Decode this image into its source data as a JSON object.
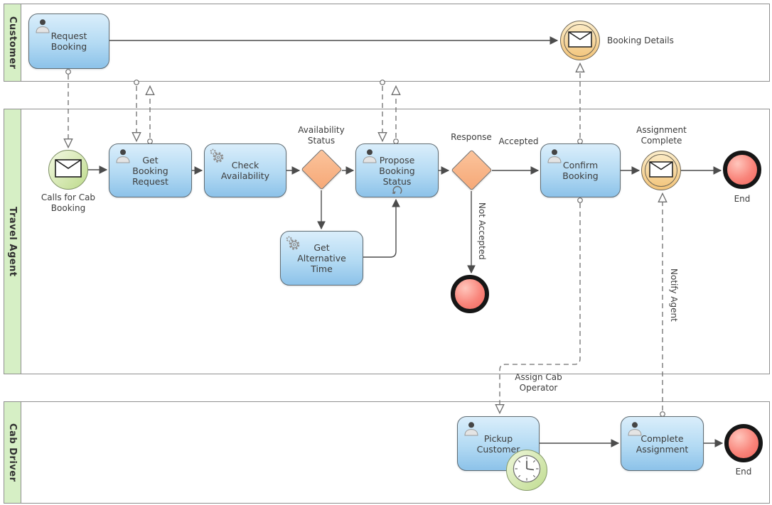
{
  "lanes": {
    "customer": {
      "label": "Customer"
    },
    "travel_agent": {
      "label": "Travel Agent"
    },
    "cab_driver": {
      "label": "Cab Driver"
    }
  },
  "nodes": {
    "request_booking": {
      "type": "user-task",
      "label": "Request Booking"
    },
    "booking_details": {
      "type": "message-intermediate-event",
      "label": "Booking Details"
    },
    "calls_for_cab_booking": {
      "type": "message-start-event",
      "label": "Calls for Cab Booking"
    },
    "get_booking_request": {
      "type": "user-task",
      "label": "Get Booking Request"
    },
    "check_availability": {
      "type": "service-task",
      "label": "Check Availability"
    },
    "availability_status": {
      "type": "gateway",
      "label": "Availability Status"
    },
    "propose_booking_status": {
      "type": "user-task-loop",
      "label": "Propose Booking Status"
    },
    "response": {
      "type": "gateway",
      "label": "Response"
    },
    "get_alternative_time": {
      "type": "service-task",
      "label": "Get Alternative Time"
    },
    "not_accepted_end": {
      "type": "end-event",
      "label": ""
    },
    "confirm_booking": {
      "type": "user-task",
      "label": "Confirm Booking"
    },
    "assignment_complete": {
      "type": "message-intermediate-event",
      "label": "Assignment Complete"
    },
    "end_travel_agent": {
      "type": "end-event",
      "label": "End"
    },
    "pickup_customer": {
      "type": "user-task",
      "label": "Pickup Customer"
    },
    "pickup_timer": {
      "type": "timer-boundary-event",
      "label": ""
    },
    "complete_assignment": {
      "type": "user-task",
      "label": "Complete Assignment"
    },
    "end_cab_driver": {
      "type": "end-event",
      "label": "End"
    }
  },
  "flow_labels": {
    "accepted": "Accepted",
    "not_accepted": "Not Accepted",
    "assign_cab_operator": "Assign Cab Operator",
    "notify_agent": "Notify Agent"
  },
  "colors": {
    "task_top": "#daeefb",
    "task_bot": "#8cc2e9",
    "gateway_fill_top": "#fbc49c",
    "gateway_fill_bot": "#f6a877",
    "lane_band": "#d6efc5",
    "start_top": "#eef6da",
    "start_bot": "#c0dc90",
    "msg_top": "#fdeecb",
    "msg_bot": "#f2c378",
    "end_light": "#ffc6bc",
    "end_dark": "#f2655c",
    "line": "#4c4c4c",
    "msgline": "#6e6e6e"
  }
}
